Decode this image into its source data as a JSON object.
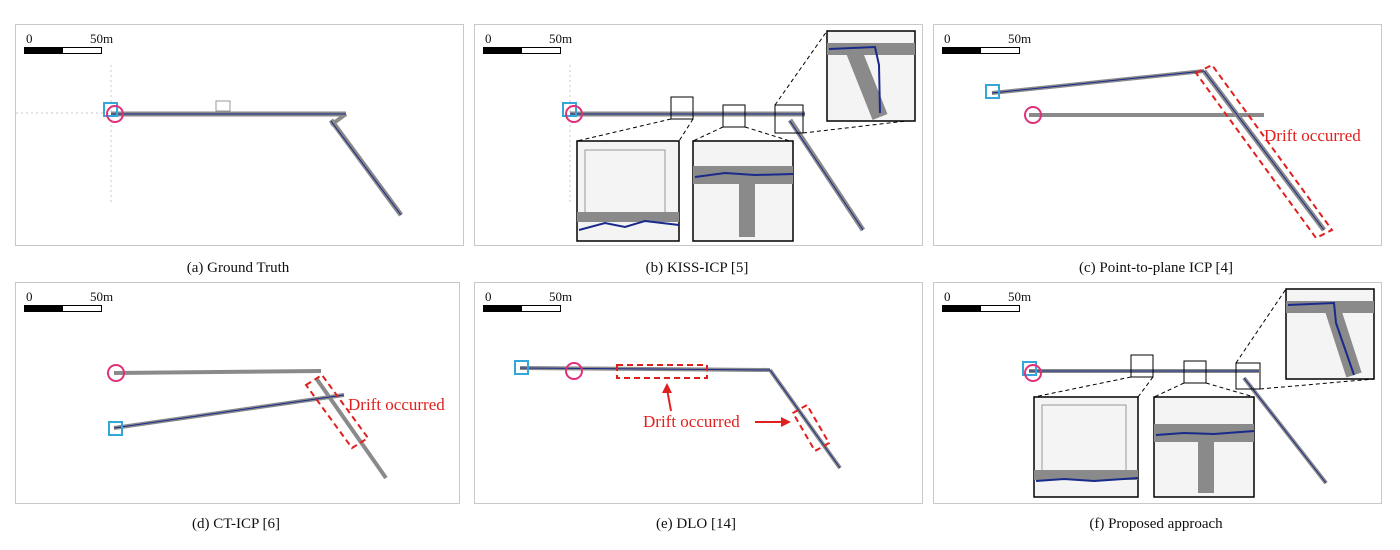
{
  "scale_bar": {
    "zero": "0",
    "distance": "50m"
  },
  "panels": [
    {
      "id": "a",
      "caption": "(a) Ground Truth"
    },
    {
      "id": "b",
      "caption": "(b) KISS-ICP [5]"
    },
    {
      "id": "c",
      "caption": "(c) Point-to-plane ICP [4]",
      "annotation": "Drift occurred"
    },
    {
      "id": "d",
      "caption": "(d) CT-ICP [6]",
      "annotation": "Drift occurred"
    },
    {
      "id": "e",
      "caption": "(e) DLO [14]",
      "annotation": "Drift occurred"
    },
    {
      "id": "f",
      "caption": "(f) Proposed approach"
    }
  ],
  "colors": {
    "trajectory": "#1a2a8a",
    "map_points": "#8a8a8a",
    "start_marker": "#33a8d8",
    "end_marker": "#e0307a",
    "drift_highlight": "#e0201e"
  }
}
